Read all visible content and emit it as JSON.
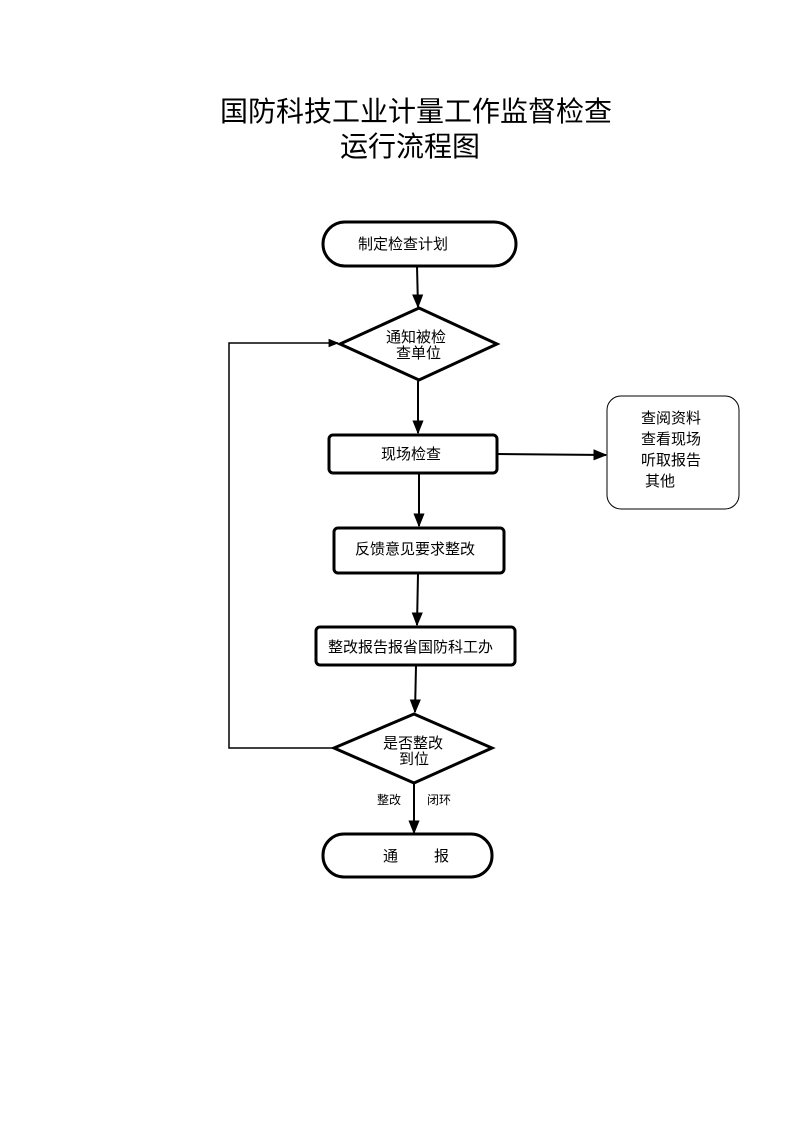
{
  "title": {
    "line1": "国防科技工业计量工作监督检查",
    "line2": "运行流程图"
  },
  "nodes": {
    "plan": "制定检查计划",
    "notify_line1": "通知被检",
    "notify_line2": "查单位",
    "onsite": "现场检查",
    "feedback": "反馈意见要求整改",
    "report": "整改报告报省国防科工办",
    "decision_line1": "是否整改",
    "decision_line2": "到位",
    "final_left": "通",
    "final_right": "报"
  },
  "side_box": {
    "items": [
      "查阅资料",
      "查看现场",
      "听取报告",
      "其他"
    ]
  },
  "edge_labels": {
    "left": "整改",
    "right": "闭环"
  }
}
